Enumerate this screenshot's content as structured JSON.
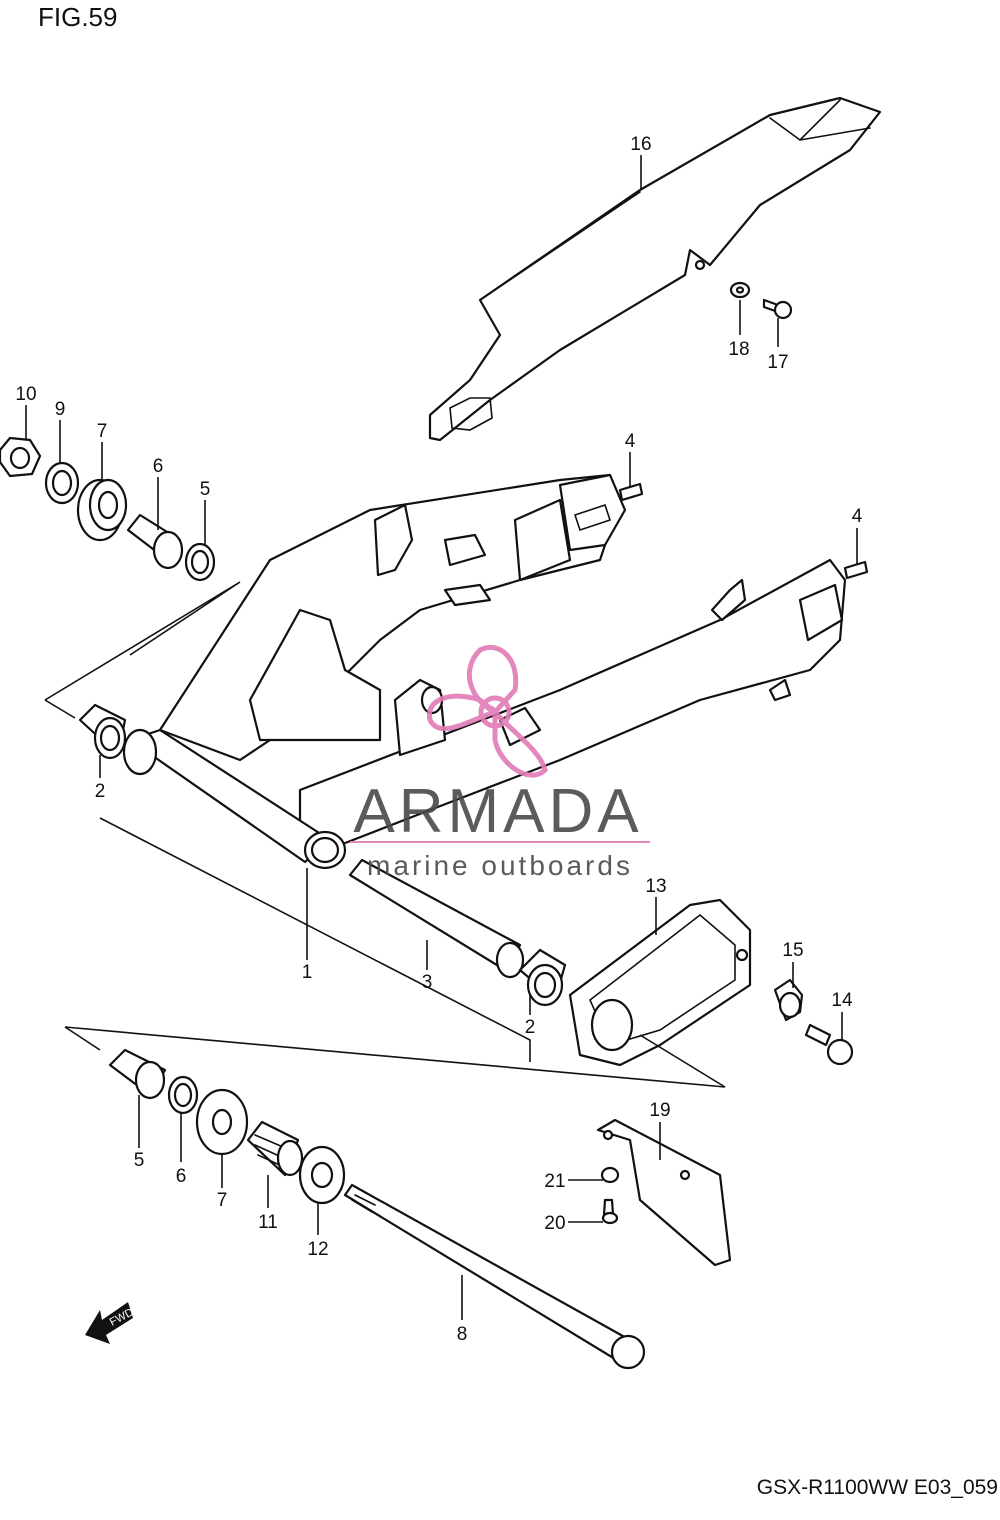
{
  "figure": {
    "title": "FIG.59",
    "code": "GSX-R1100WW  E03_059"
  },
  "watermark": {
    "brand": "ARMADA",
    "tagline": "marine outboards",
    "color": "#e07bb5"
  },
  "fwd_label": "FWD",
  "callouts": {
    "c1": "1",
    "c2a": "2",
    "c2b": "2",
    "c3": "3",
    "c4a": "4",
    "c4b": "4",
    "c5a": "5",
    "c5b": "5",
    "c6a": "6",
    "c6b": "6",
    "c7a": "7",
    "c7b": "7",
    "c8": "8",
    "c9": "9",
    "c10": "10",
    "c11": "11",
    "c12": "12",
    "c13": "13",
    "c14": "14",
    "c15": "15",
    "c16": "16",
    "c17": "17",
    "c18": "18",
    "c19": "19",
    "c20": "20",
    "c21": "21"
  }
}
